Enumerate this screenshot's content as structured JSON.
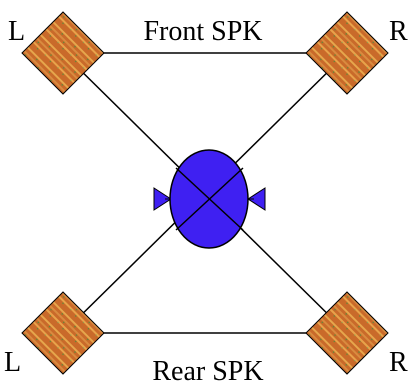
{
  "labels": {
    "front_title": "Front SPK",
    "rear_title": "Rear SPK",
    "front_left": "L",
    "front_right": "R",
    "rear_left": "L",
    "rear_right": "R"
  },
  "colors": {
    "speaker_fill": "#C96A2A",
    "speaker_stripe": "#E6A64C",
    "speaker_speckle": "#4E8F3C",
    "listener_fill": "#3F20F2",
    "line": "#000000",
    "background": "#FFFFFF"
  },
  "icons": {
    "speaker": "diamond-speaker-icon",
    "listener": "listener-head-icon",
    "arrow_left": "arrow-left-icon",
    "arrow_right": "arrow-right-icon"
  }
}
